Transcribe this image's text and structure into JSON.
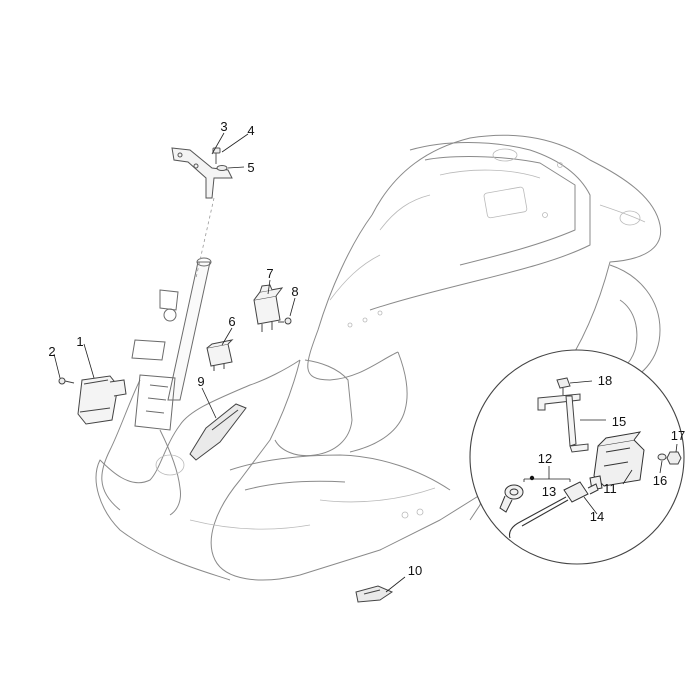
{
  "colors": {
    "outline": "#6b6b6b",
    "faint": "#b9b9b9",
    "leader": "#222222",
    "part_dark": "#555555",
    "part_fill": "#f4f4f4",
    "label": "#111111"
  },
  "callouts": {
    "c1": "1",
    "c2": "2",
    "c3": "3",
    "c4": "4",
    "c5": "5",
    "c6": "6",
    "c7": "7",
    "c8": "8",
    "c9": "9",
    "c10": "10",
    "c11": "11",
    "c12": "12",
    "c13": "13",
    "c14": "14",
    "c15": "15",
    "c16": "16",
    "c17": "17",
    "c18": "18"
  }
}
